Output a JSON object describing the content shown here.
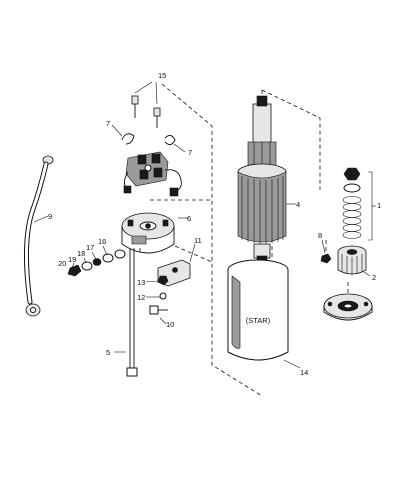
{
  "callouts": {
    "n1": "1",
    "n2": "2",
    "n4": "4",
    "n5": "5",
    "n6": "6",
    "n7a": "7",
    "n7b": "7",
    "n8": "8",
    "n9": "9",
    "n10": "10",
    "n11": "11",
    "n12": "12",
    "n13": "13",
    "n14": "14",
    "n15": "15",
    "n16": "16",
    "n17": "17",
    "n18": "18",
    "n19": "19",
    "n20": "20"
  },
  "housing_label": "(STAR)"
}
